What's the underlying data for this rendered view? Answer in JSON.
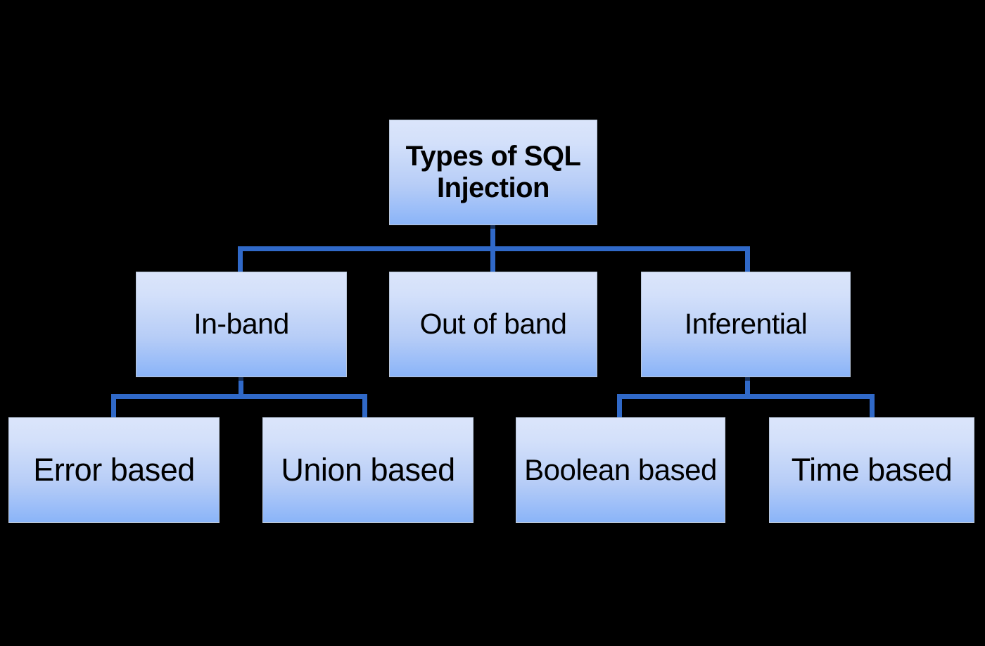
{
  "diagram": {
    "title": "Types of SQL Injection",
    "background_color": "#000000",
    "connector_color": "#3069c8",
    "node_fill_top": "#dbe5fb",
    "node_fill_bottom": "#8ab4f8",
    "node_border_color": "#b9c6da",
    "text_color": "#000000"
  },
  "nodes": {
    "root": {
      "label": "Types of SQL Injection"
    },
    "level2": [
      {
        "label": "In-band"
      },
      {
        "label": "Out of band"
      },
      {
        "label": "Inferential"
      }
    ],
    "level3": [
      {
        "label": "Error based"
      },
      {
        "label": "Union based"
      },
      {
        "label": "Boolean based"
      },
      {
        "label": "Time based"
      }
    ]
  }
}
